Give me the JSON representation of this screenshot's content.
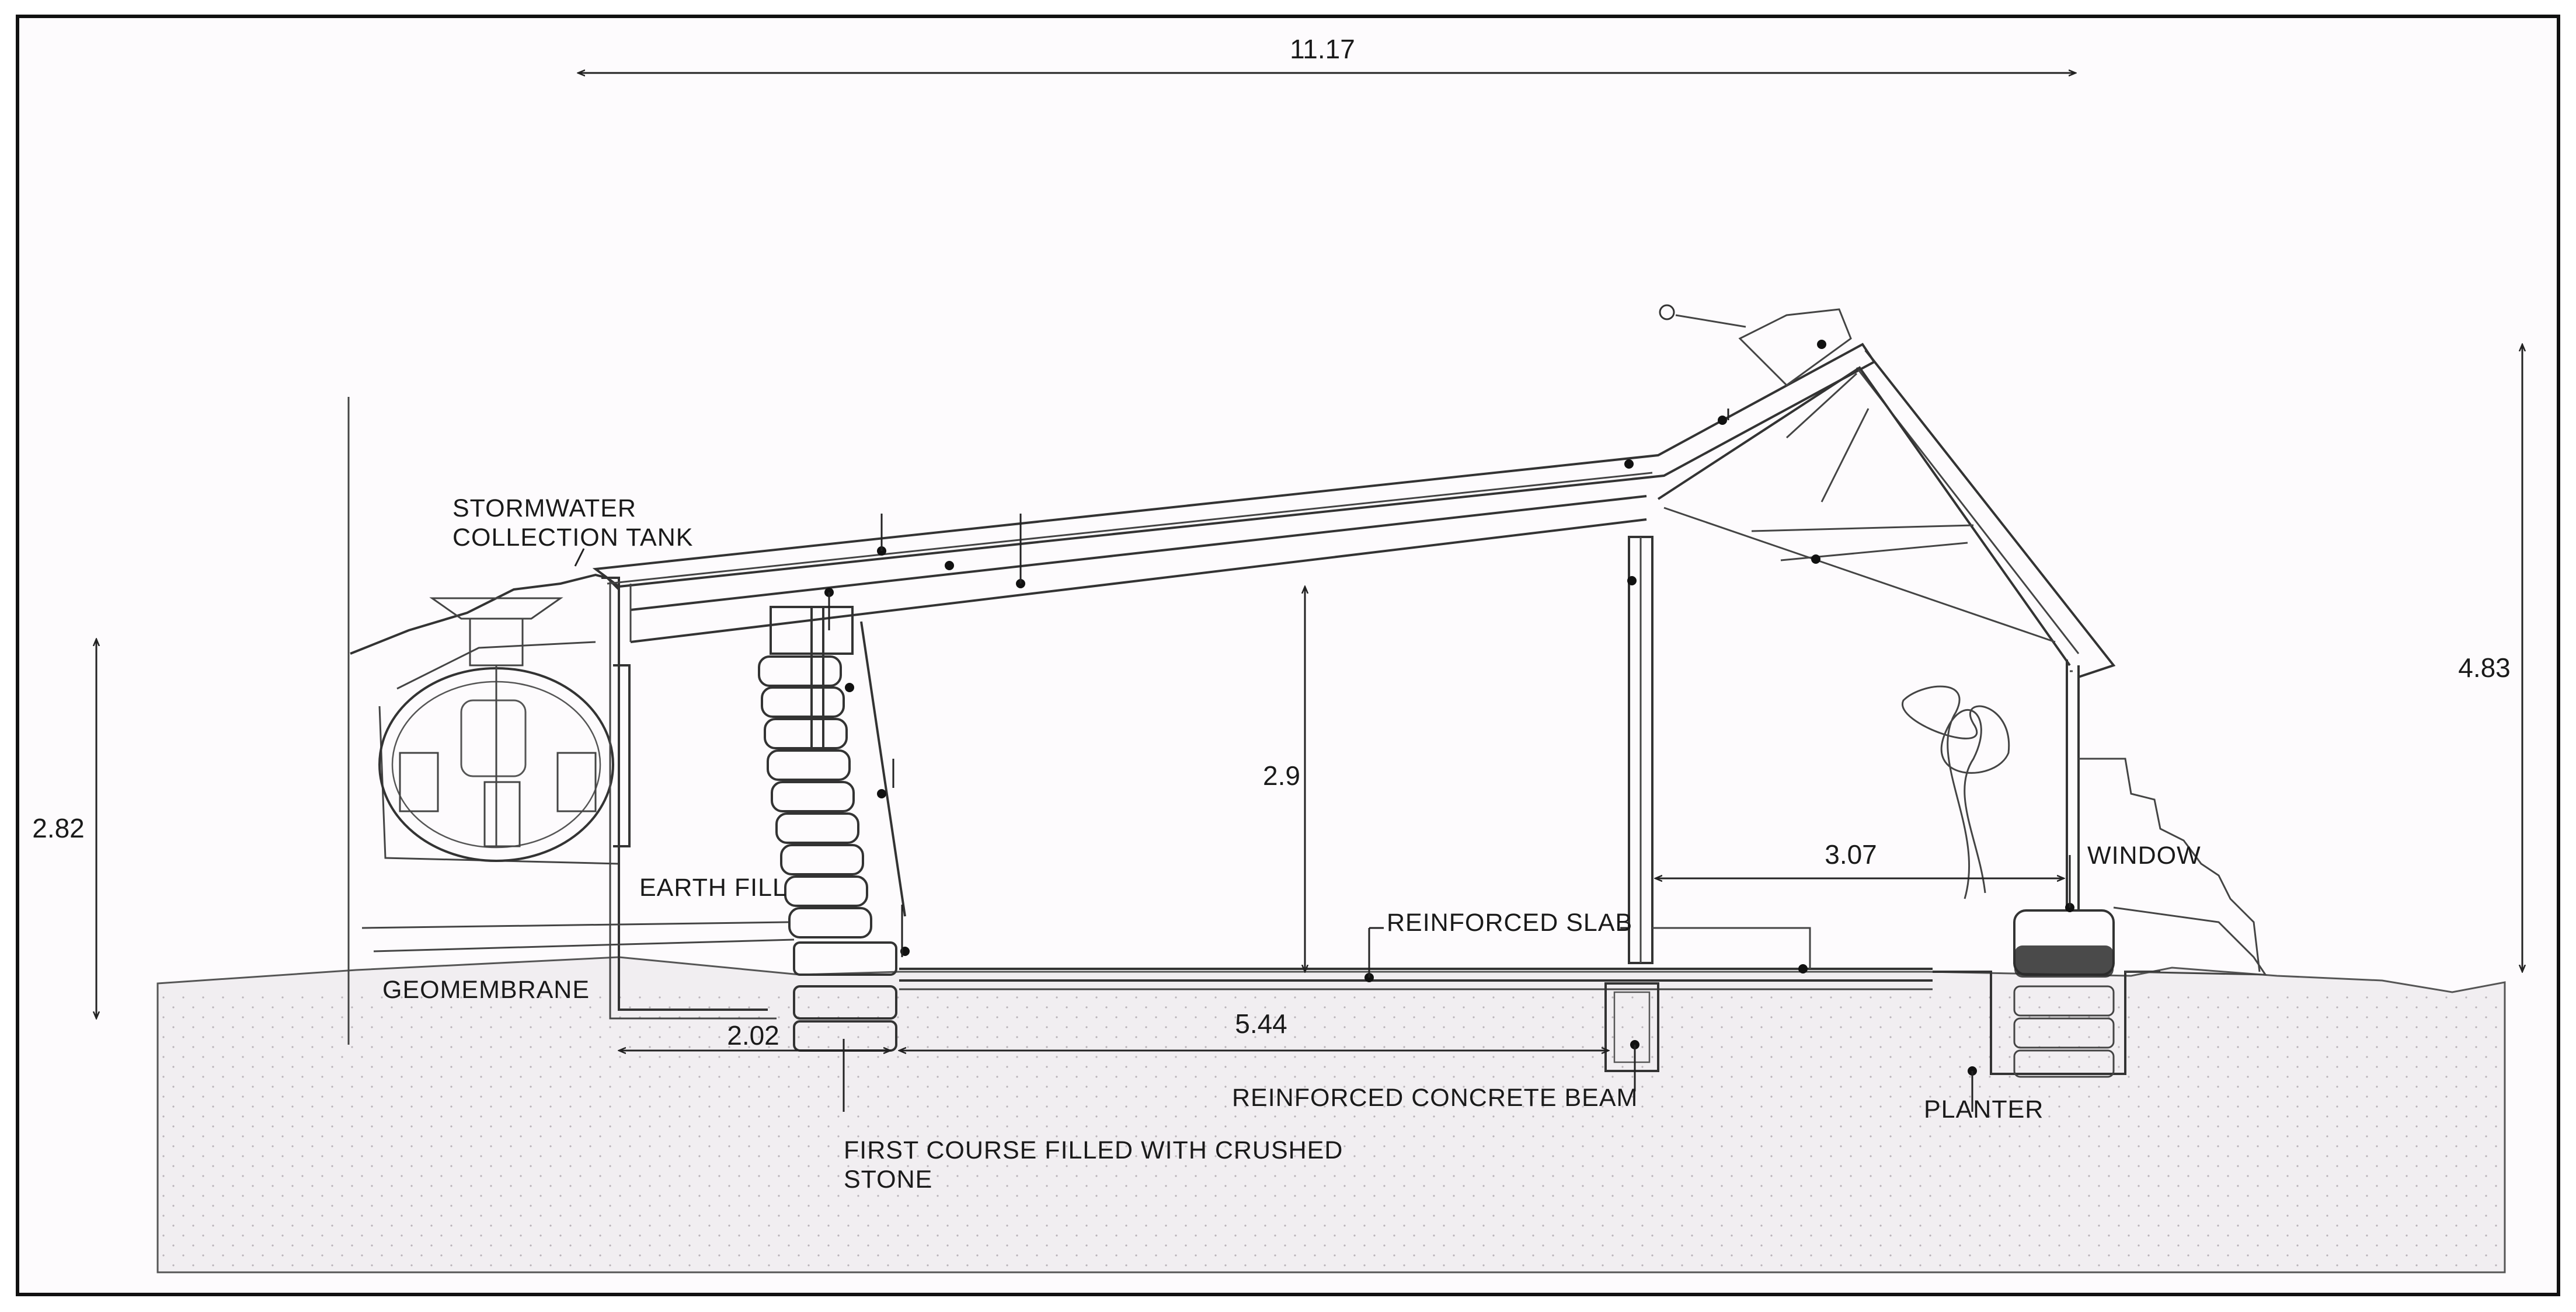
{
  "dimensions": {
    "overall_width": "11.17",
    "left_height": "2.82",
    "right_height": "4.83",
    "interior_height": "2.9",
    "sunspace_width": "3.07",
    "rear_wall_width": "2.02",
    "interior_width": "5.44"
  },
  "labels": {
    "stormwater_line1": "STORMWATER",
    "stormwater_line2": "COLLECTION TANK",
    "earth_fill": "EARTH FILL",
    "geomembrane": "GEOMEMBRANE",
    "reinforced_slab": "REINFORCED SLAB",
    "reinforced_concrete_beam": "REINFORCED CONCRETE BEAM",
    "first_course_line1": "FIRST COURSE FILLED WITH CRUSHED",
    "first_course_line2": "STONE",
    "window": "WINDOW",
    "planter": "PLANTER"
  },
  "colors": {
    "line": "#333333",
    "ground_fill": "#f1eef1",
    "background": "#fdfbfd",
    "frame": "#111111"
  }
}
